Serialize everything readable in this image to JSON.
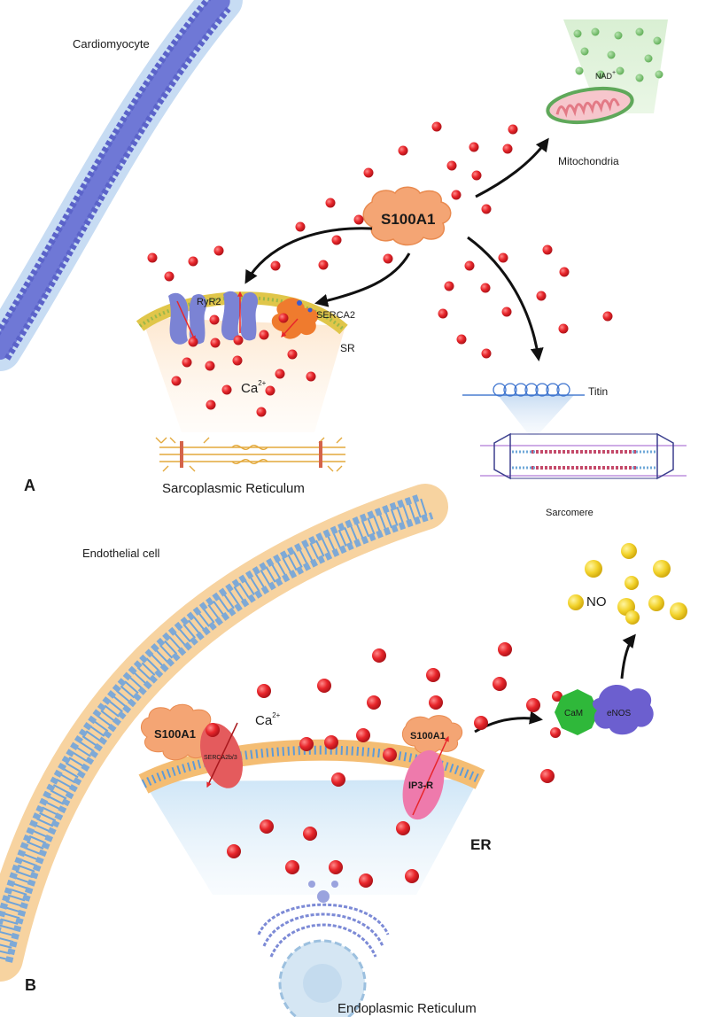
{
  "panel_a": {
    "panel_letter": "A",
    "cell_label": "Cardiomyocyte",
    "center_protein": "S100A1",
    "mitochondria": {
      "ion": "NAD",
      "ion_charge": "+",
      "label": "Mitochondria"
    },
    "sr": {
      "ryr_label": "RyR2",
      "serca_label": "SERCA2",
      "membrane_label": "SR",
      "ion": "Ca",
      "ion_charge": "2+",
      "title": "Sarcoplasmic Reticulum"
    },
    "sarcomere": {
      "titin_label": "Titin",
      "label": "Sarcomere"
    }
  },
  "panel_b": {
    "panel_letter": "B",
    "cell_label": "Endothelial cell",
    "ion": "Ca",
    "ion_charge": "2+",
    "left_protein": "S100A1",
    "pump_label": "SERCA2b/3",
    "right_protein": "S100A1",
    "receptor_label": "IP3-R",
    "membrane_label": "ER",
    "cam_label": "CaM",
    "enos_label": "eNOS",
    "product_label": "NO",
    "title": "Endoplasmic Reticulum"
  },
  "colors": {
    "calcium": "#e8262b",
    "s100a1": "#f4a574",
    "nitric_oxide": "#f2d22a",
    "membrane_a": "#6f78d6",
    "membrane_b": "#f2b766",
    "mitochondrion": "#e37a86",
    "cam": "#2fb83a",
    "enos": "#6c5fcf"
  }
}
